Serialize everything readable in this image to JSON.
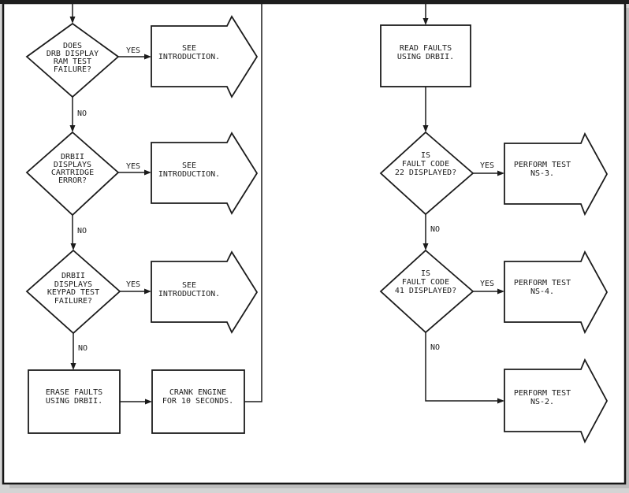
{
  "colors": {
    "background": "#d4d4d4",
    "paper": "#ffffff",
    "ink": "#1b1b1b"
  },
  "labels": {
    "yes": "YES",
    "no": "NO"
  },
  "left_column": {
    "ram_diamond": {
      "line1": "DOES",
      "line2": "DRB DISPLAY",
      "line3": "RAM TEST",
      "line4": "FAILURE?"
    },
    "see_intro_1": {
      "line1": "SEE",
      "line2": "INTRODUCTION."
    },
    "cartridge_diamond": {
      "line1": "DRBII",
      "line2": "DISPLAYS",
      "line3": "CARTRIDGE",
      "line4": "ERROR?"
    },
    "see_intro_2": {
      "line1": "SEE",
      "line2": "INTRODUCTION."
    },
    "keypad_diamond": {
      "line1": "DRBII",
      "line2": "DISPLAYS",
      "line3": "KEYPAD TEST",
      "line4": "FAILURE?"
    },
    "see_intro_3": {
      "line1": "SEE",
      "line2": "INTRODUCTION."
    },
    "erase_box": {
      "line1": "ERASE FAULTS",
      "line2": "USING DRBII."
    },
    "crank_box": {
      "line1": "CRANK ENGINE",
      "line2": "FOR 10 SECONDS."
    }
  },
  "right_column": {
    "read_box": {
      "line1": "READ FAULTS",
      "line2": "USING DRBII."
    },
    "code22_diamond": {
      "line1": "IS",
      "line2": "FAULT CODE",
      "line3": "22 DISPLAYED?"
    },
    "ns3_arrow": {
      "line1": "PERFORM TEST",
      "line2": "NS-3."
    },
    "code41_diamond": {
      "line1": "IS",
      "line2": "FAULT CODE",
      "line3": "41 DISPLAYED?"
    },
    "ns4_arrow": {
      "line1": "PERFORM TEST",
      "line2": "NS-4."
    },
    "ns2_arrow": {
      "line1": "PERFORM TEST",
      "line2": "NS-2."
    }
  }
}
